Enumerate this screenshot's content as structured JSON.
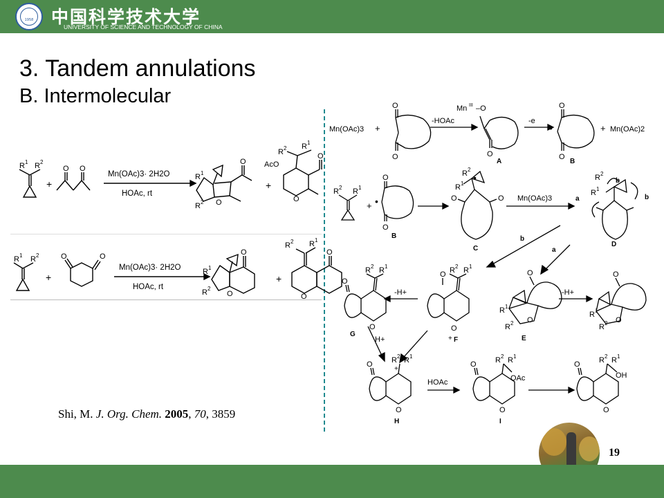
{
  "header": {
    "logo_cn": "中国科学技术大学",
    "logo_en": "UNIVERSITY OF SCIENCE AND TECHNOLOGY OF CHINA",
    "seal_year": "1958"
  },
  "slide": {
    "title": "3. Tandem annulations",
    "subtitle": "B. Intermolecular",
    "page_number": "19"
  },
  "citation": {
    "author": "Shi, M.",
    "journal": "J. Org. Chem.",
    "year": "2005",
    "volume": "70",
    "pages": "3859"
  },
  "scheme_left": {
    "reaction1": {
      "reagent_top": "Mn(OAc)3· 2H2O",
      "reagent_bottom": "HOAc, rt"
    },
    "reaction2": {
      "reagent_top": "Mn(OAc)3· 2H2O",
      "reagent_bottom": "HOAc, rt"
    }
  },
  "mechanism": {
    "step1": {
      "left": "Mn(OAc)3",
      "arrow1": "-HOAc",
      "arrow2": "-e",
      "byproduct": "Mn(OAc)2",
      "label_A": "A",
      "label_B": "B"
    },
    "step2": {
      "arrow": "Mn(OAc)3",
      "label_B": "B",
      "label_C": "C",
      "label_D": "D",
      "path_a": "a",
      "path_b": "b"
    },
    "labels": {
      "E": "E",
      "F": "F",
      "G": "G",
      "H": "H",
      "I": "I"
    },
    "deprotonation1": "-H+",
    "deprotonation2": "-H+",
    "protonation": "H+",
    "hoac": "HOAc"
  },
  "colors": {
    "green_bar": "#4d8b4d",
    "divider": "#1f8a8f"
  }
}
